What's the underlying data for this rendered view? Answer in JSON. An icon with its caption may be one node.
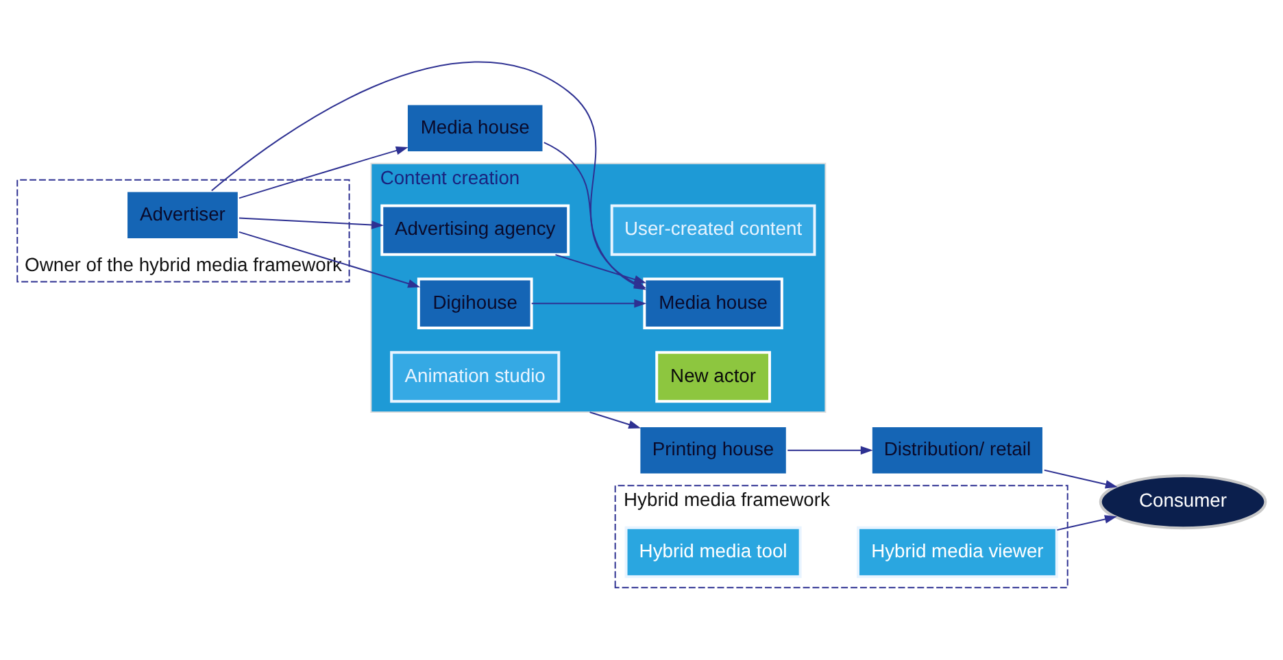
{
  "diagram": {
    "nodes": [
      {
        "text": [
          "Content creation"
        ]
      },
      {
        "text": [
          "Animation studio"
        ],
        "in": 0
      },
      {
        "text": [
          "User-created content"
        ],
        "in": 0
      },
      {
        "text": [
          "Owner of the hybrid media framework"
        ]
      },
      {
        "text": [
          "Advertiser"
        ],
        "in": 3
      },
      {
        "text": [
          "Media house"
        ],
        "in": 0
      },
      {
        "text": [
          "Digihouse"
        ],
        "in": 0
      },
      {
        "text": [
          "Advertising agency"
        ],
        "in": 0
      },
      {
        "text": [
          "New actor"
        ],
        "in": 0
      },
      {
        "text": [
          "Media house"
        ]
      },
      {
        "text": [
          "Printing house"
        ]
      },
      {
        "text": [
          "Distribution/ retail"
        ]
      },
      {
        "text": [
          "Consumer"
        ]
      },
      {
        "text": [
          "Hybrid media framework"
        ]
      },
      {
        "text": [
          "Hybrid media tool"
        ],
        "in": 13
      },
      {
        "text": [
          "Hybrid media viewer"
        ],
        "in": 13
      }
    ],
    "edges": [
      {
        "from": 4,
        "to": 5,
        "arrow": "to"
      },
      {
        "from": 4,
        "to": 6,
        "arrow": "to"
      },
      {
        "from": 4,
        "to": 7,
        "arrow": "to"
      },
      {
        "from": 4,
        "to": 9,
        "arrow": "to"
      },
      {
        "from": 6,
        "to": 5,
        "arrow": "to"
      },
      {
        "from": 7,
        "to": 5,
        "arrow": "to"
      },
      {
        "from": 9,
        "to": 5,
        "arrow": "to"
      },
      {
        "from": 0,
        "to": 10,
        "arrow": "to"
      },
      {
        "from": 10,
        "to": 11,
        "arrow": "to"
      },
      {
        "from": 11,
        "to": 12,
        "arrow": "to"
      },
      {
        "from": 15,
        "to": 12,
        "arrow": "to"
      }
    ]
  }
}
